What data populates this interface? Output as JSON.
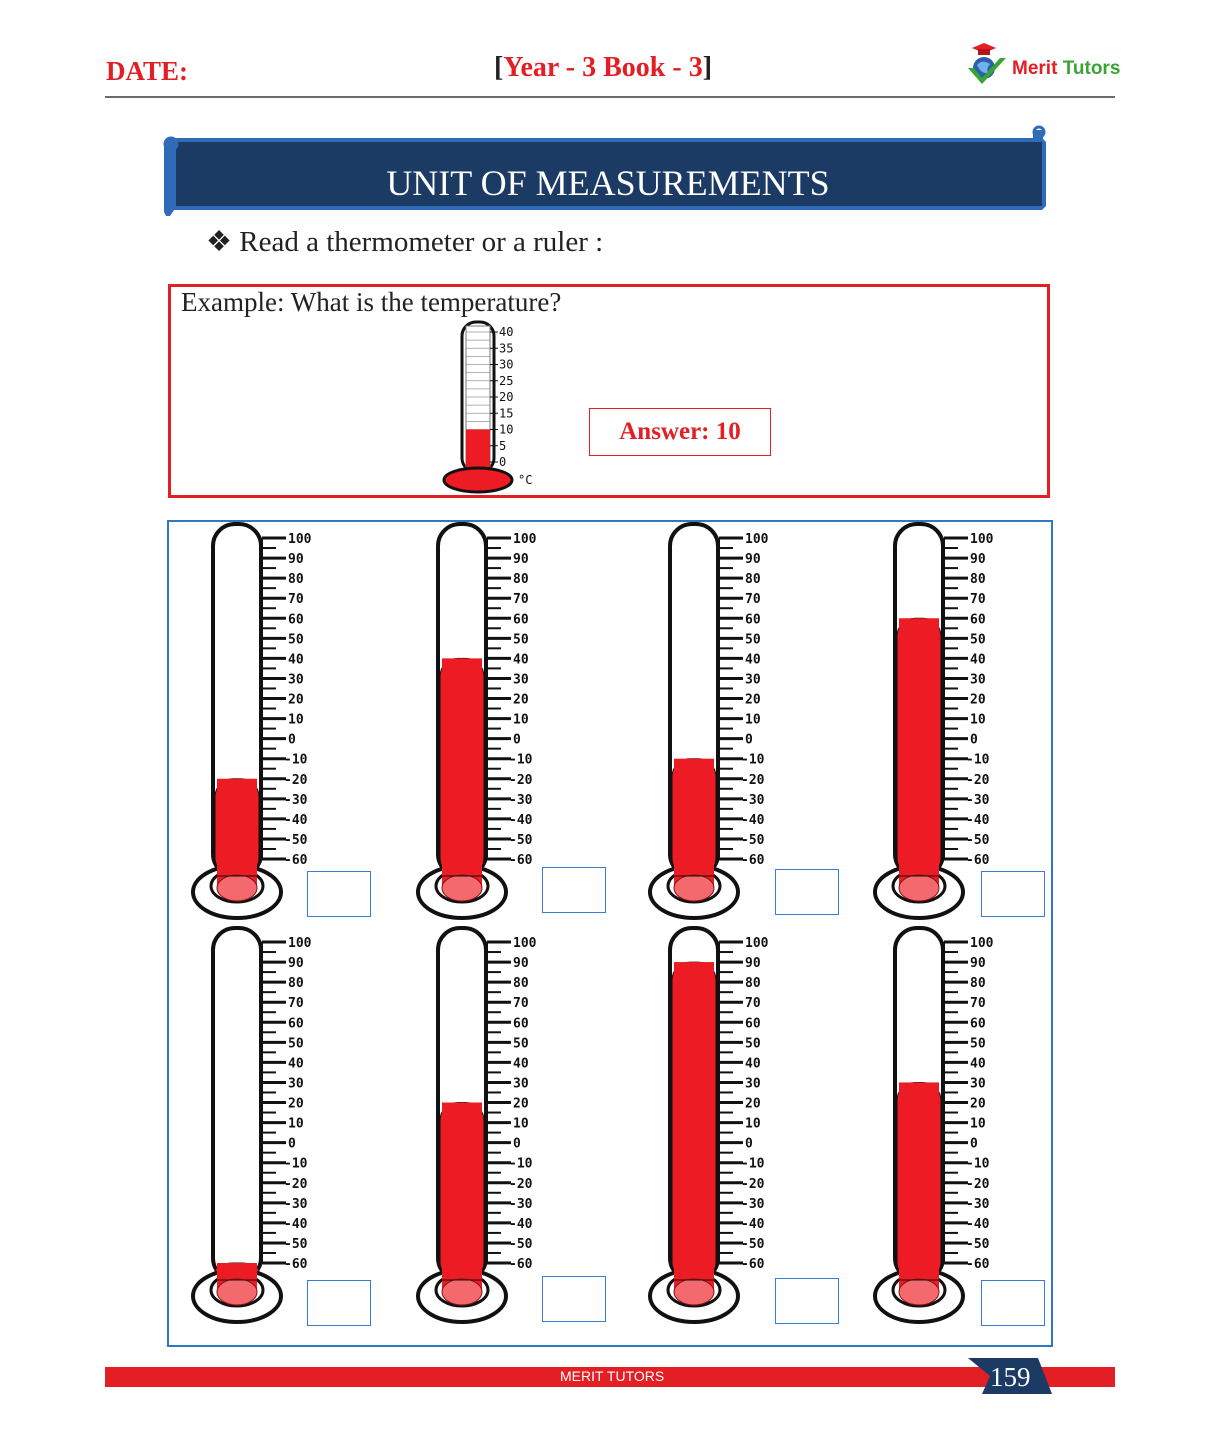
{
  "header": {
    "date_label": "DATE:",
    "book_label": "Year - 3 Book - 3",
    "logo_text_part1": "Merit",
    "logo_text_part2": "Tutors"
  },
  "title": "UNIT OF MEASUREMENTS",
  "instruction": "❖ Read a thermometer or a ruler :",
  "example": {
    "question": "Example:  What is the temperature?",
    "scale": [
      "40",
      "35",
      "30",
      "25",
      "20",
      "15",
      "10",
      "5",
      "0"
    ],
    "unit": "°C",
    "value": 10,
    "answer": "Answer: 10"
  },
  "exercise": {
    "scale": [
      "100",
      "90",
      "80",
      "70",
      "60",
      "50",
      "40",
      "30",
      "20",
      "10",
      "0",
      "-10",
      "-20",
      "-30",
      "-40",
      "-50",
      "-60"
    ],
    "thermometers": [
      {
        "value": -20
      },
      {
        "value": 40
      },
      {
        "value": -10
      },
      {
        "value": 60
      },
      {
        "value": -60
      },
      {
        "value": 20
      },
      {
        "value": 90
      },
      {
        "value": 30
      }
    ]
  },
  "colors": {
    "red": "#ed1c24",
    "navy": "#1a3a66",
    "blue": "#2f78c4"
  },
  "footer": {
    "brand": "MERIT TUTORS",
    "page_number": "159"
  }
}
